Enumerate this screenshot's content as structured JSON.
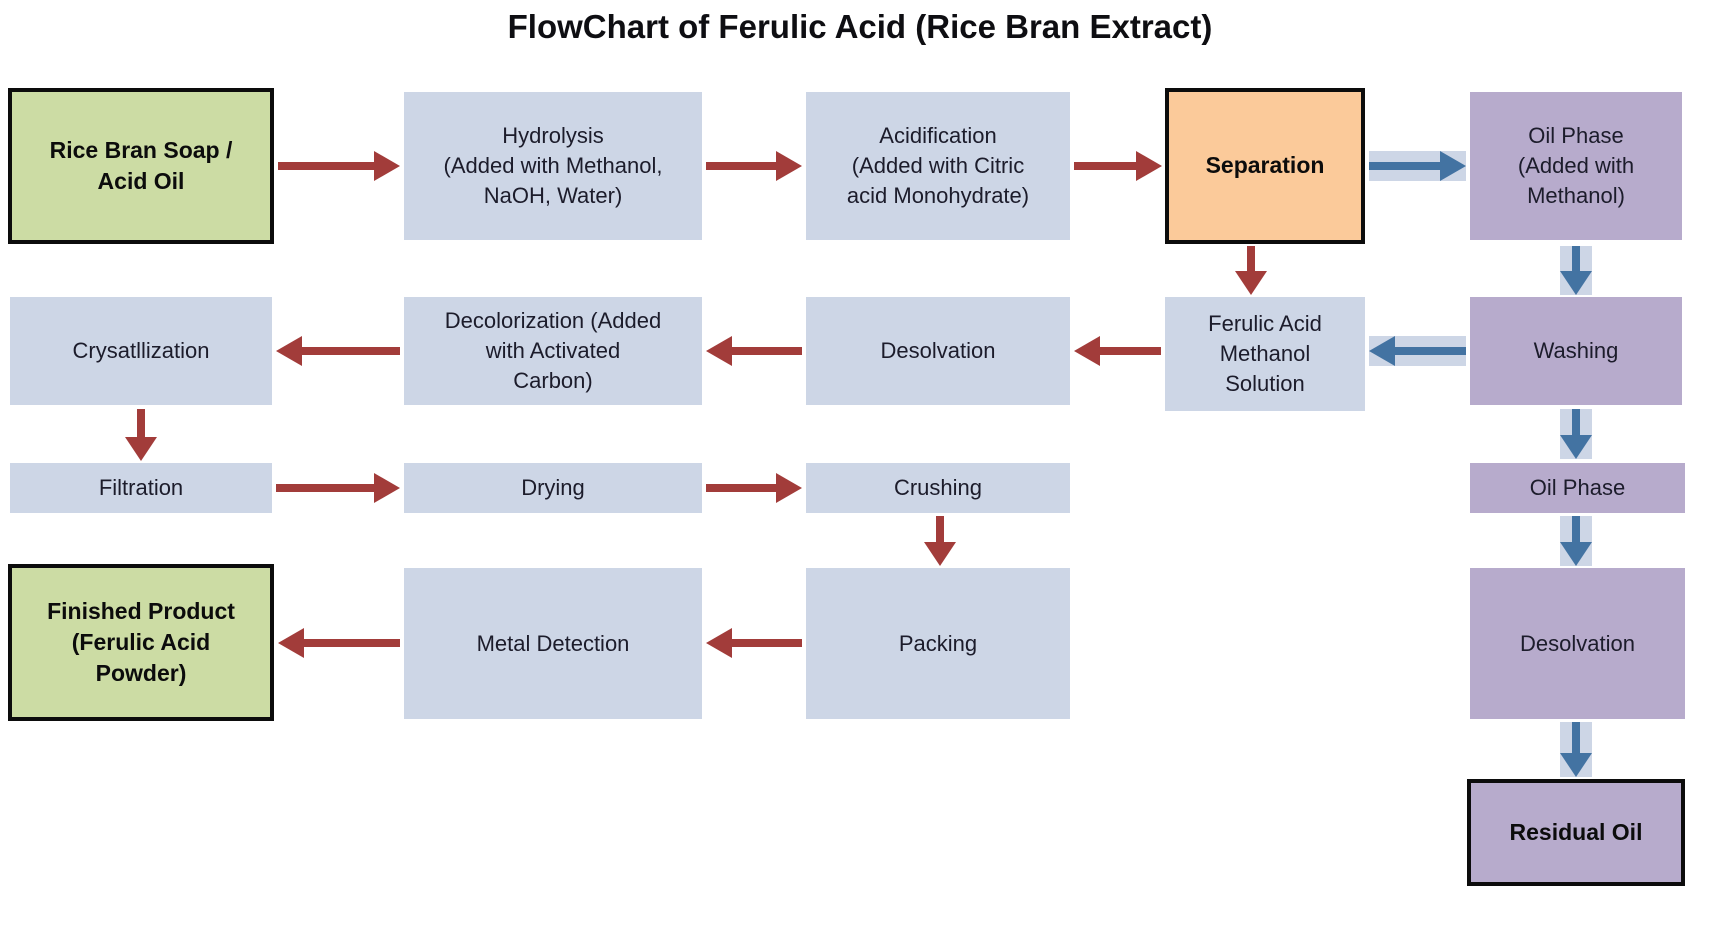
{
  "title": "FlowChart of Ferulic Acid (Rice Bran Extract)",
  "palette": {
    "background": "#ffffff",
    "box_blue": "#cdd6e6",
    "box_green": "#ccdca4",
    "box_orange": "#fbca9a",
    "box_purple": "#b7abcc",
    "arrow_red": "#a23c3a",
    "arrow_blue": "#4373a2",
    "border_black": "#0c0c0c"
  },
  "nodes": {
    "rice_bran_soap": {
      "label": "Rice Bran Soap /\nAcid Oil"
    },
    "hydrolysis": {
      "label": "Hydrolysis\n(Added with Methanol,\nNaOH, Water)"
    },
    "acidification": {
      "label": "Acidification\n(Added with Citric\nacid Monohydrate)"
    },
    "separation": {
      "label": "Separation"
    },
    "oil_phase_methanol": {
      "label": "Oil Phase\n(Added with\nMethanol)"
    },
    "crysatllization": {
      "label": "Crysatllization"
    },
    "decolorization": {
      "label": "Decolorization (Added\nwith Activated\nCarbon)"
    },
    "desolvation": {
      "label": "Desolvation"
    },
    "ferulic_acid_methanol_solution": {
      "label": "Ferulic Acid\nMethanol\nSolution"
    },
    "washing": {
      "label": "Washing"
    },
    "filtration": {
      "label": "Filtration"
    },
    "drying": {
      "label": "Drying"
    },
    "crushing": {
      "label": "Crushing"
    },
    "oil_phase": {
      "label": "Oil Phase"
    },
    "finished_product": {
      "label": "Finished Product\n(Ferulic Acid\nPowder)"
    },
    "metal_detection": {
      "label": "Metal Detection"
    },
    "packing": {
      "label": "Packing"
    },
    "desolvation_oil": {
      "label": "Desolvation"
    },
    "residual_oil": {
      "label": "Residual Oil"
    }
  },
  "edges": [
    {
      "from": "Rice Bran Soap / Acid Oil",
      "to": "Hydrolysis",
      "color": "red"
    },
    {
      "from": "Hydrolysis",
      "to": "Acidification",
      "color": "red"
    },
    {
      "from": "Acidification",
      "to": "Separation",
      "color": "red"
    },
    {
      "from": "Separation",
      "to": "Oil Phase (Added with Methanol)",
      "color": "blue"
    },
    {
      "from": "Separation",
      "to": "Ferulic Acid Methanol Solution",
      "color": "red"
    },
    {
      "from": "Oil Phase (Added with Methanol)",
      "to": "Washing",
      "color": "blue"
    },
    {
      "from": "Washing",
      "to": "Ferulic Acid Methanol Solution",
      "color": "blue"
    },
    {
      "from": "Ferulic Acid Methanol Solution",
      "to": "Desolvation",
      "color": "red"
    },
    {
      "from": "Desolvation",
      "to": "Decolorization (Added with Activated Carbon)",
      "color": "red"
    },
    {
      "from": "Decolorization (Added with Activated Carbon)",
      "to": "Crysatllization",
      "color": "red"
    },
    {
      "from": "Crysatllization",
      "to": "Filtration",
      "color": "red"
    },
    {
      "from": "Filtration",
      "to": "Drying",
      "color": "red"
    },
    {
      "from": "Drying",
      "to": "Crushing",
      "color": "red"
    },
    {
      "from": "Crushing",
      "to": "Packing",
      "color": "red"
    },
    {
      "from": "Packing",
      "to": "Metal Detection",
      "color": "red"
    },
    {
      "from": "Metal Detection",
      "to": "Finished Product (Ferulic Acid Powder)",
      "color": "red"
    },
    {
      "from": "Washing",
      "to": "Oil Phase",
      "color": "blue"
    },
    {
      "from": "Oil Phase",
      "to": "Desolvation (oil branch)",
      "color": "blue"
    },
    {
      "from": "Desolvation (oil branch)",
      "to": "Residual Oil",
      "color": "blue"
    }
  ]
}
